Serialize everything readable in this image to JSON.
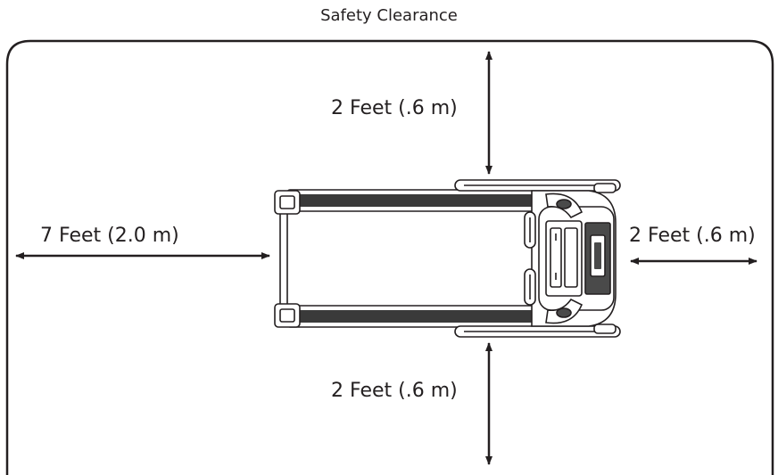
{
  "title": "Safety Clearance",
  "clearances": {
    "top": "2 Feet (.6 m)",
    "bottom": "2 Feet (.6 m)",
    "rear": "7 Feet (2.0 m)",
    "front": "2 Feet (.6 m)"
  },
  "colors": {
    "line": "#231f20",
    "belt": "#3a3a3a",
    "console": "#4a4a4a"
  }
}
